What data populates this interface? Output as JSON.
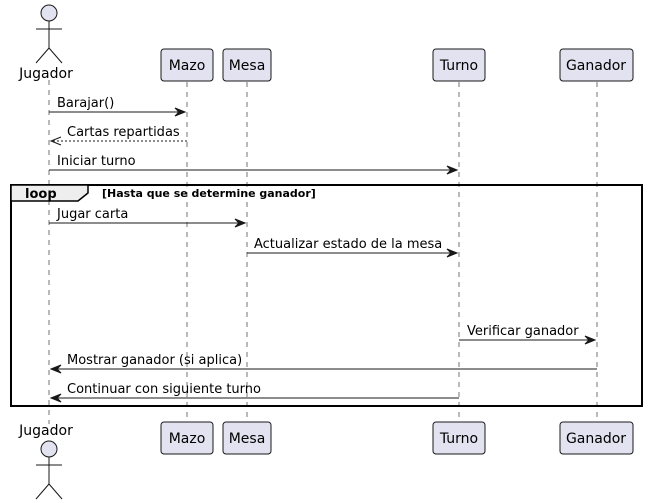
{
  "participants": [
    {
      "id": "jugador",
      "label": "Jugador",
      "type": "actor"
    },
    {
      "id": "mazo",
      "label": "Mazo",
      "type": "participant"
    },
    {
      "id": "mesa",
      "label": "Mesa",
      "type": "participant"
    },
    {
      "id": "turno",
      "label": "Turno",
      "type": "participant"
    },
    {
      "id": "ganador",
      "label": "Ganador",
      "type": "participant"
    }
  ],
  "messages": [
    {
      "from": "jugador",
      "to": "mazo",
      "label": "Barajar()",
      "style": "solid"
    },
    {
      "from": "mazo",
      "to": "jugador",
      "label": "Cartas repartidas",
      "style": "dashed"
    },
    {
      "from": "jugador",
      "to": "turno",
      "label": "Iniciar turno",
      "style": "solid"
    },
    {
      "from": "jugador",
      "to": "mesa",
      "label": "Jugar carta",
      "style": "solid"
    },
    {
      "from": "mesa",
      "to": "turno",
      "label": "Actualizar estado de la mesa",
      "style": "solid"
    },
    {
      "from": "turno",
      "to": "ganador",
      "label": "Verificar ganador",
      "style": "solid"
    },
    {
      "from": "ganador",
      "to": "jugador",
      "label": "Mostrar ganador (si aplica)",
      "style": "solid"
    },
    {
      "from": "turno",
      "to": "jugador",
      "label": "Continuar con siguiente turno",
      "style": "solid"
    }
  ],
  "loop": {
    "keyword": "loop",
    "condition": "[Hasta que se determine ganador]"
  },
  "colors": {
    "participant_fill": "#E2E2F0",
    "line": "#181818"
  }
}
